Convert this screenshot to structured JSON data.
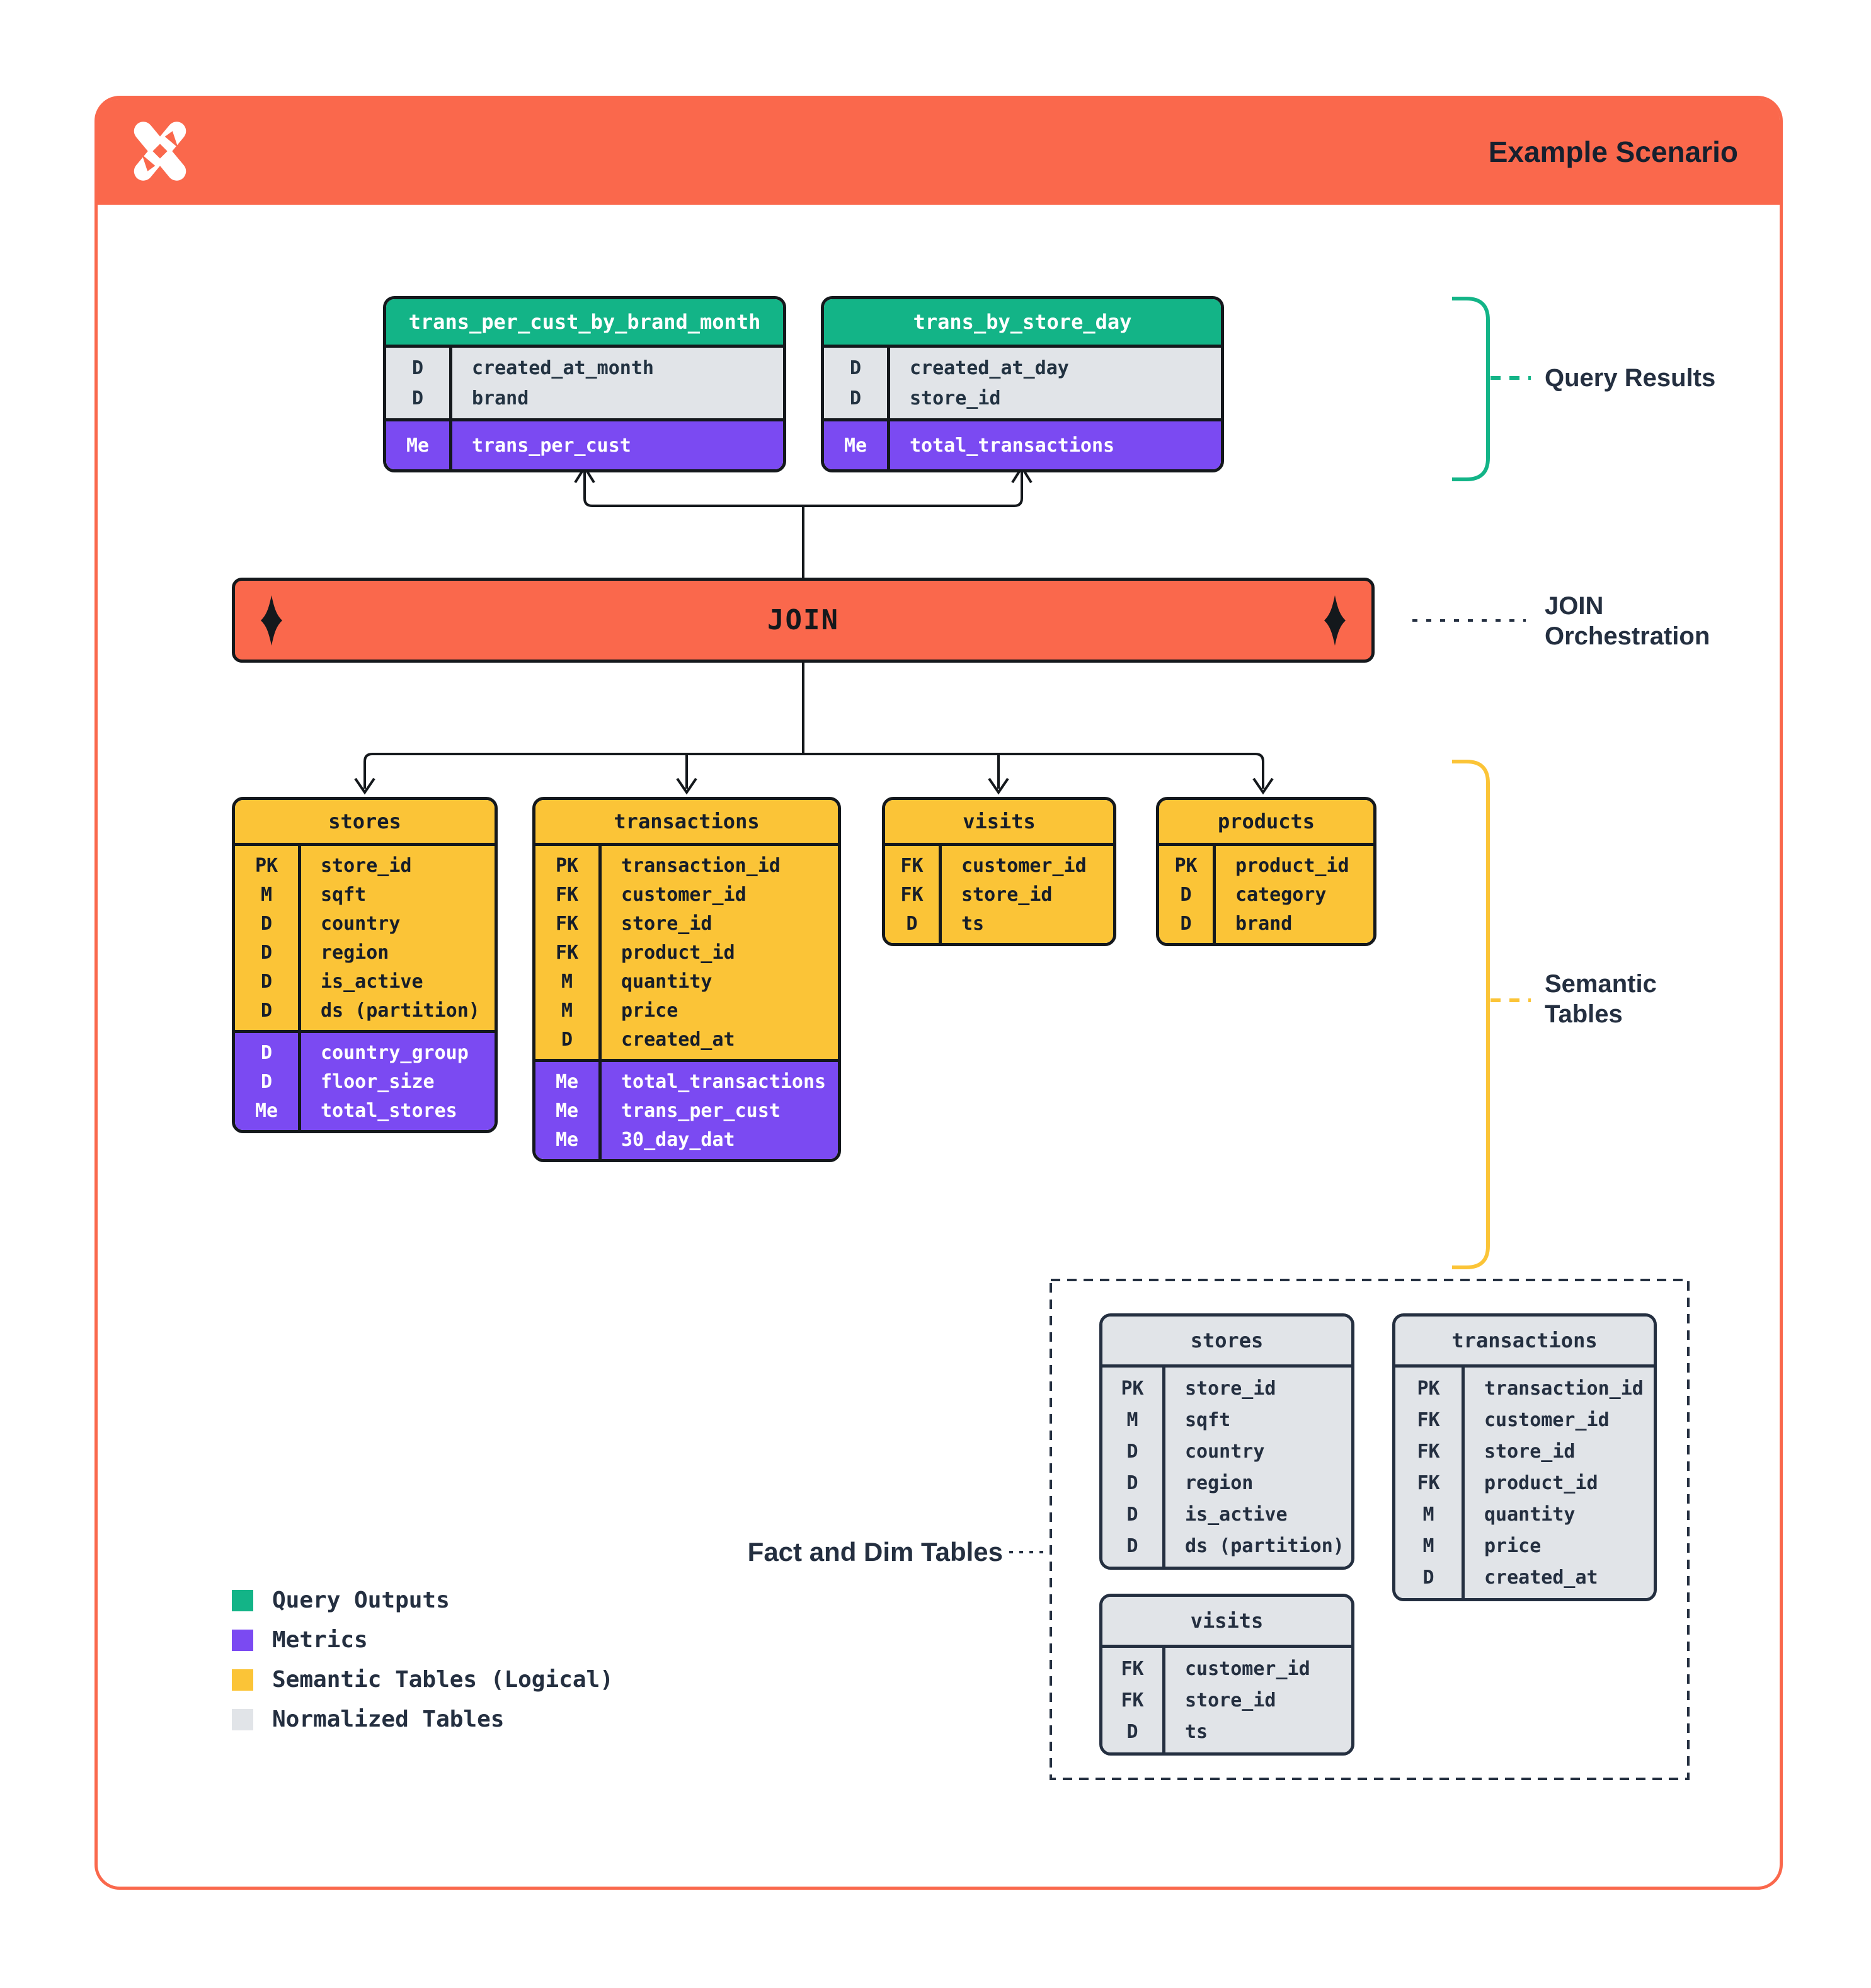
{
  "header": {
    "title": "Example Scenario",
    "logo": "x-pinwheel-logo"
  },
  "join": {
    "label": "JOIN"
  },
  "annotations": {
    "query_results": "Query Results",
    "join_orchestration_line1": "JOIN",
    "join_orchestration_line2": "Orchestration",
    "semantic_tables_line1": "Semantic",
    "semantic_tables_line2": "Tables",
    "fact_dim": "Fact and Dim Tables"
  },
  "colors": {
    "orange": "#FA684C",
    "green": "#13B487",
    "purple": "#7B4AF2",
    "yellow": "#FBC437",
    "gray": "#E1E4E8",
    "navy": "#242F40"
  },
  "query_tables": [
    {
      "name": "trans_per_cust_by_brand_month",
      "dims": [
        {
          "key": "D",
          "field": "created_at_month"
        },
        {
          "key": "D",
          "field": "brand"
        }
      ],
      "metrics": [
        {
          "key": "Me",
          "field": "trans_per_cust"
        }
      ]
    },
    {
      "name": "trans_by_store_day",
      "dims": [
        {
          "key": "D",
          "field": "created_at_day"
        },
        {
          "key": "D",
          "field": "store_id"
        }
      ],
      "metrics": [
        {
          "key": "Me",
          "field": "total_transactions"
        }
      ]
    }
  ],
  "semantic_tables": [
    {
      "name": "stores",
      "cols": [
        {
          "key": "PK",
          "field": "store_id"
        },
        {
          "key": "M",
          "field": "sqft"
        },
        {
          "key": "D",
          "field": "country"
        },
        {
          "key": "D",
          "field": "region"
        },
        {
          "key": "D",
          "field": "is_active"
        },
        {
          "key": "D",
          "field": "ds (partition)"
        }
      ],
      "metrics": [
        {
          "key": "D",
          "field": "country_group"
        },
        {
          "key": "D",
          "field": "floor_size"
        },
        {
          "key": "Me",
          "field": "total_stores"
        }
      ]
    },
    {
      "name": "transactions",
      "cols": [
        {
          "key": "PK",
          "field": "transaction_id"
        },
        {
          "key": "FK",
          "field": "customer_id"
        },
        {
          "key": "FK",
          "field": "store_id"
        },
        {
          "key": "FK",
          "field": "product_id"
        },
        {
          "key": "M",
          "field": "quantity"
        },
        {
          "key": "M",
          "field": "price"
        },
        {
          "key": "D",
          "field": "created_at"
        }
      ],
      "metrics": [
        {
          "key": "Me",
          "field": "total_transactions"
        },
        {
          "key": "Me",
          "field": "trans_per_cust"
        },
        {
          "key": "Me",
          "field": "30_day_dat"
        }
      ]
    },
    {
      "name": "visits",
      "cols": [
        {
          "key": "FK",
          "field": "customer_id"
        },
        {
          "key": "FK",
          "field": "store_id"
        },
        {
          "key": "D",
          "field": "ts"
        }
      ],
      "metrics": []
    },
    {
      "name": "products",
      "cols": [
        {
          "key": "PK",
          "field": "product_id"
        },
        {
          "key": "D",
          "field": "category"
        },
        {
          "key": "D",
          "field": "brand"
        }
      ],
      "metrics": []
    }
  ],
  "normalized_tables": [
    {
      "name": "stores",
      "cols": [
        {
          "key": "PK",
          "field": "store_id"
        },
        {
          "key": "M",
          "field": "sqft"
        },
        {
          "key": "D",
          "field": "country"
        },
        {
          "key": "D",
          "field": "region"
        },
        {
          "key": "D",
          "field": "is_active"
        },
        {
          "key": "D",
          "field": "ds (partition)"
        }
      ]
    },
    {
      "name": "transactions",
      "cols": [
        {
          "key": "PK",
          "field": "transaction_id"
        },
        {
          "key": "FK",
          "field": "customer_id"
        },
        {
          "key": "FK",
          "field": "store_id"
        },
        {
          "key": "FK",
          "field": "product_id"
        },
        {
          "key": "M",
          "field": "quantity"
        },
        {
          "key": "M",
          "field": "price"
        },
        {
          "key": "D",
          "field": "created_at"
        }
      ]
    },
    {
      "name": "visits",
      "cols": [
        {
          "key": "FK",
          "field": "customer_id"
        },
        {
          "key": "FK",
          "field": "store_id"
        },
        {
          "key": "D",
          "field": "ts"
        }
      ]
    }
  ],
  "legend": {
    "items": [
      {
        "label": "Query Outputs",
        "color": "#13B487"
      },
      {
        "label": "Metrics",
        "color": "#7B4AF2"
      },
      {
        "label": "Semantic Tables (Logical)",
        "color": "#FBC437"
      },
      {
        "label": "Normalized Tables",
        "color": "#E1E4E8"
      }
    ]
  }
}
